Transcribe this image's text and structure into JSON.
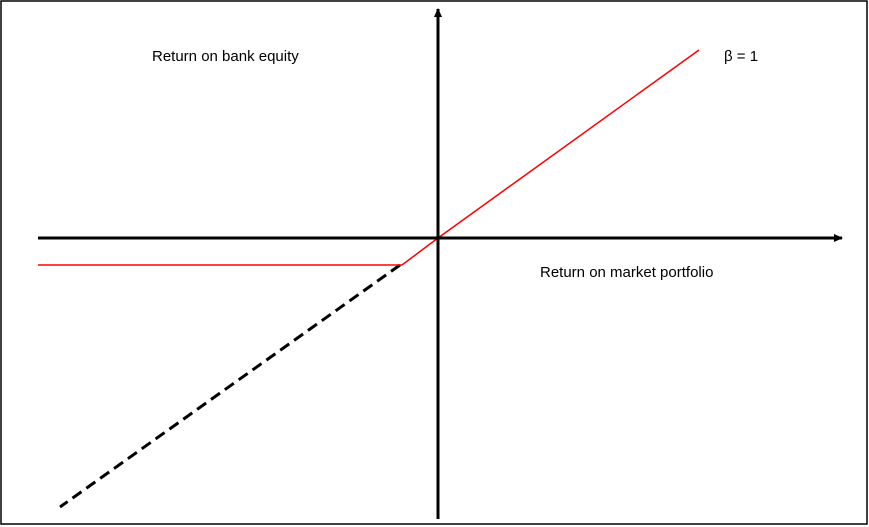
{
  "diagram": {
    "labels": {
      "y_axis": "Return on bank equity",
      "x_axis": "Return on market portfolio",
      "beta": "β  = 1"
    },
    "colors": {
      "frame": "#000000",
      "axes": "#000000",
      "payoff_line": "#ff0000",
      "dashed_line": "#000000",
      "background": "#ffffff"
    }
  }
}
